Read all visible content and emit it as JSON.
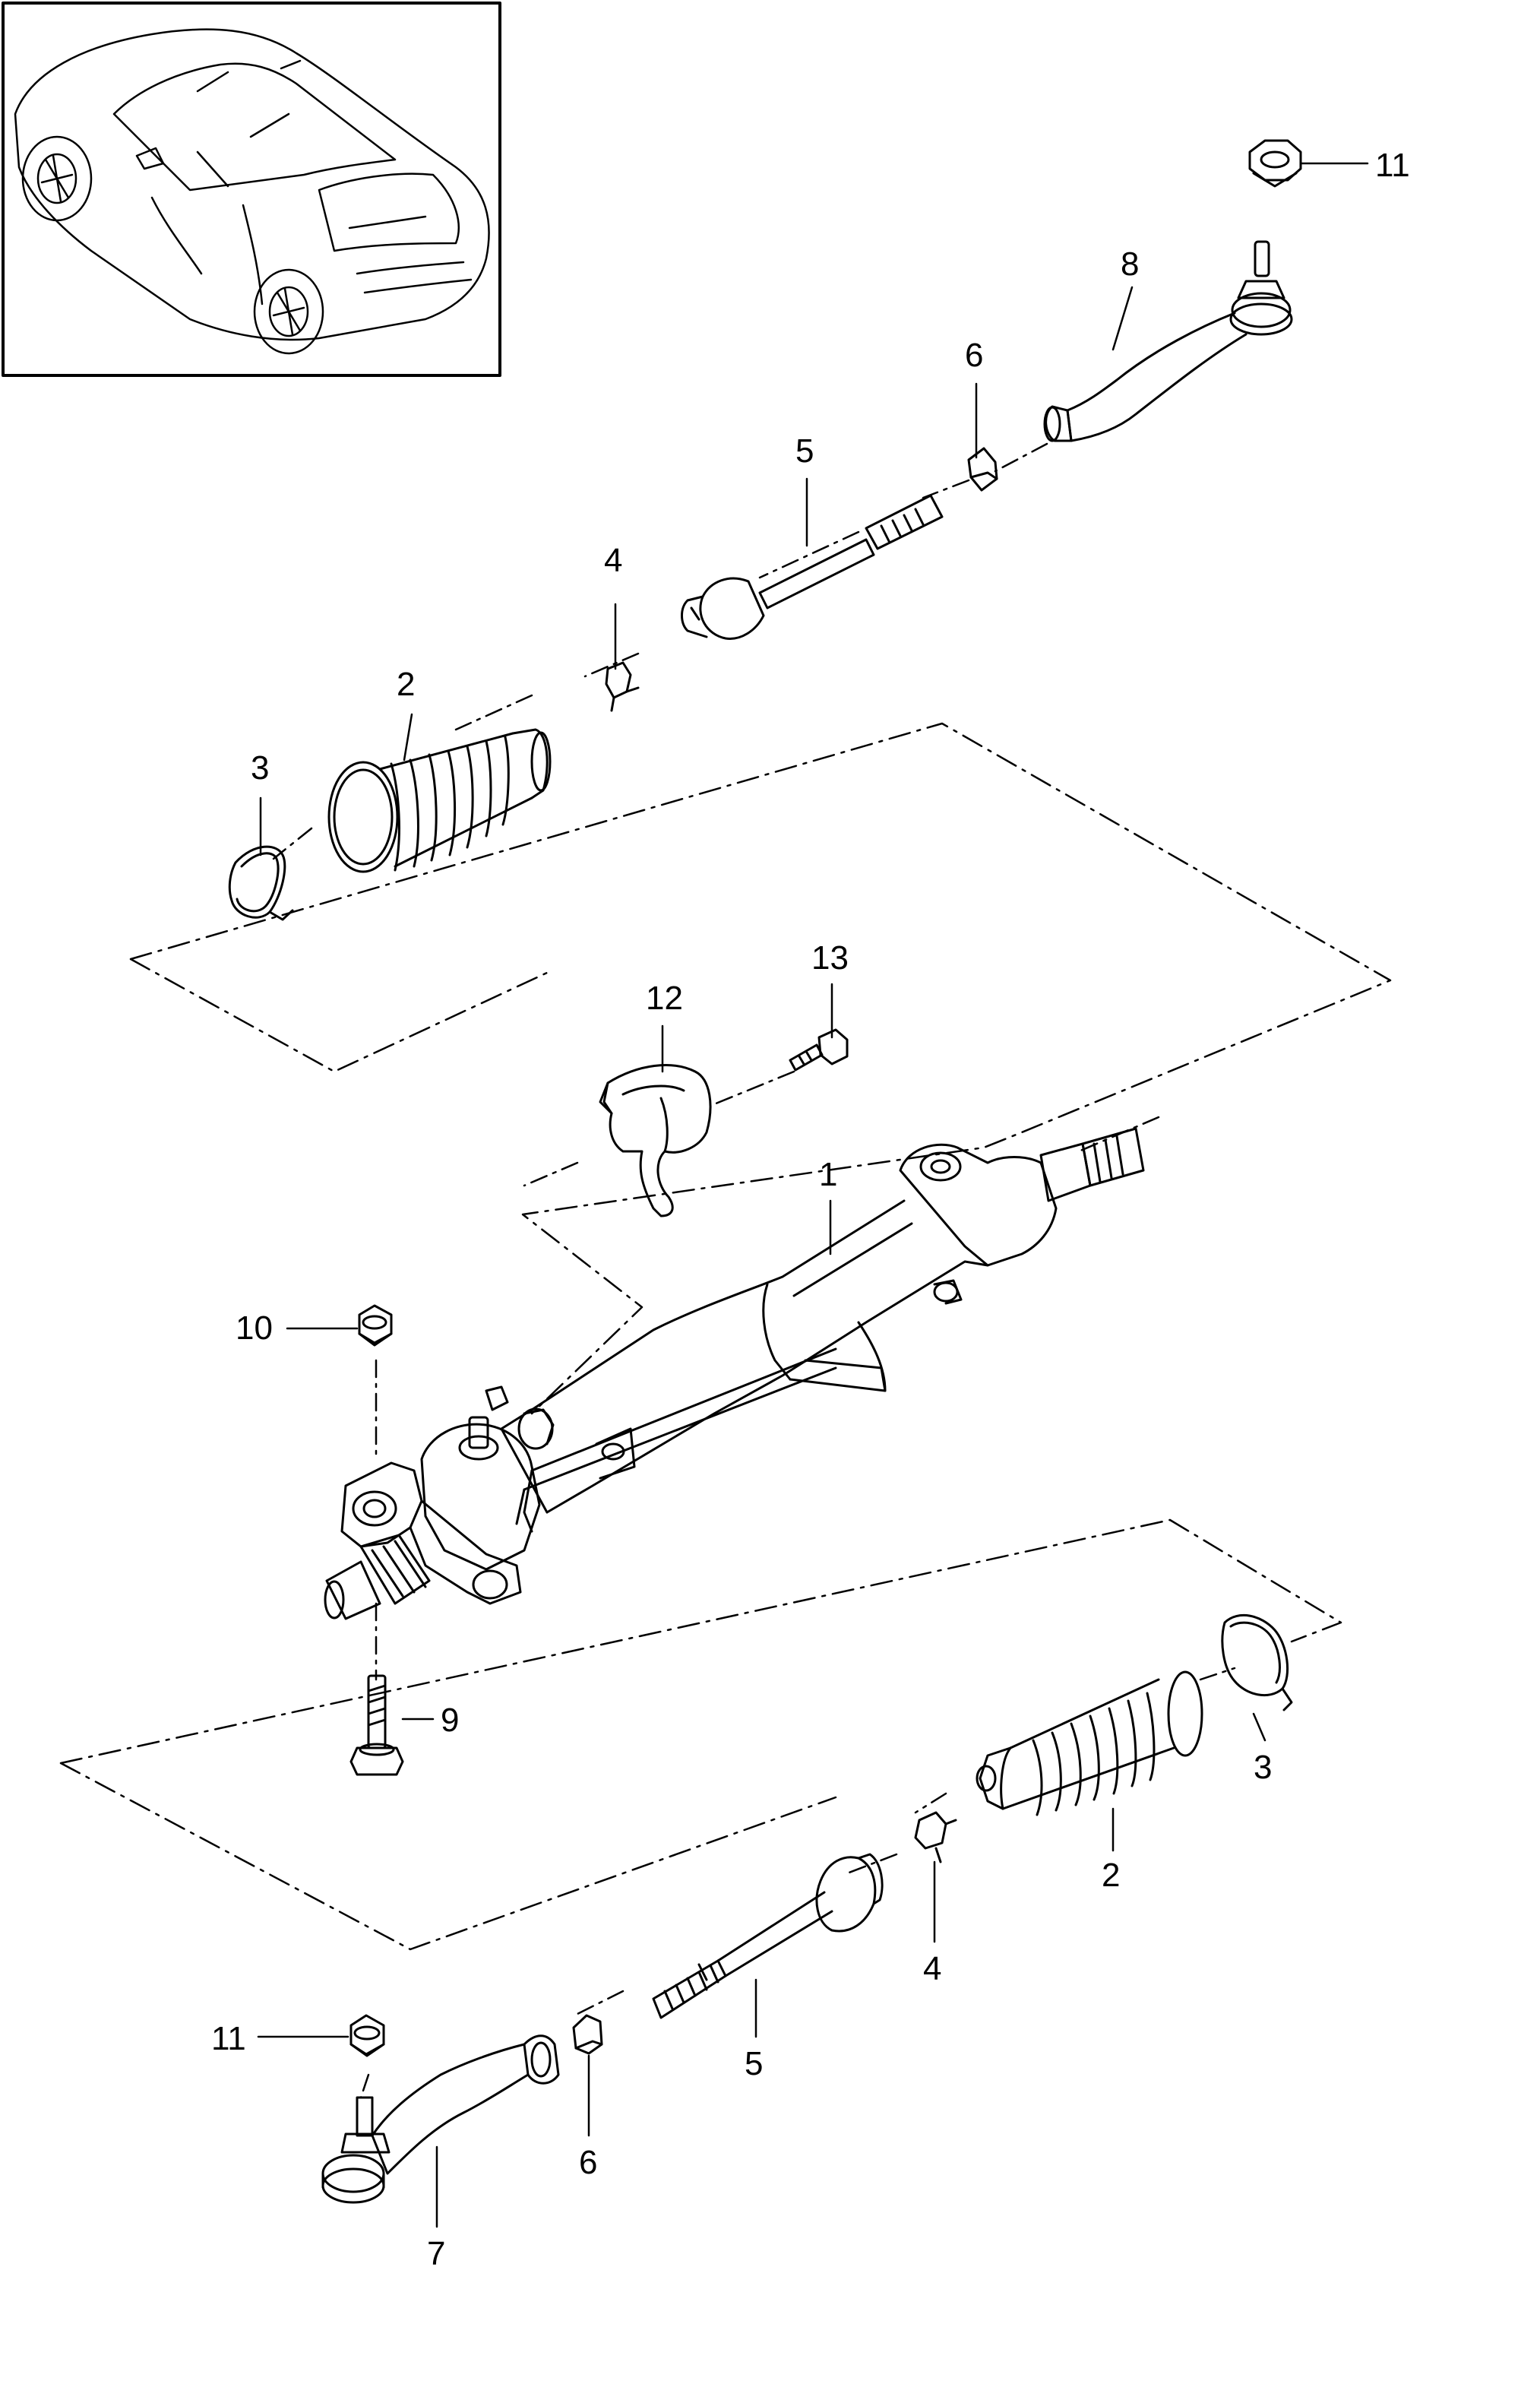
{
  "diagram": {
    "thumbnail": {
      "subject": "car-rear-three-quarter-view"
    },
    "colors": {
      "ink": "#000000",
      "paper": "#ffffff"
    },
    "callouts": {
      "c1": "1",
      "c2_top": "2",
      "c2_bottom": "2",
      "c3_top": "3",
      "c3_bottom": "3",
      "c4_top": "4",
      "c4_bottom": "4",
      "c5_top": "5",
      "c5_bottom": "5",
      "c6_top": "6",
      "c6_bottom": "6",
      "c7": "7",
      "c8": "8",
      "c9": "9",
      "c10": "10",
      "c11_top": "11",
      "c11_bottom": "11",
      "c12": "12",
      "c13": "13"
    }
  }
}
